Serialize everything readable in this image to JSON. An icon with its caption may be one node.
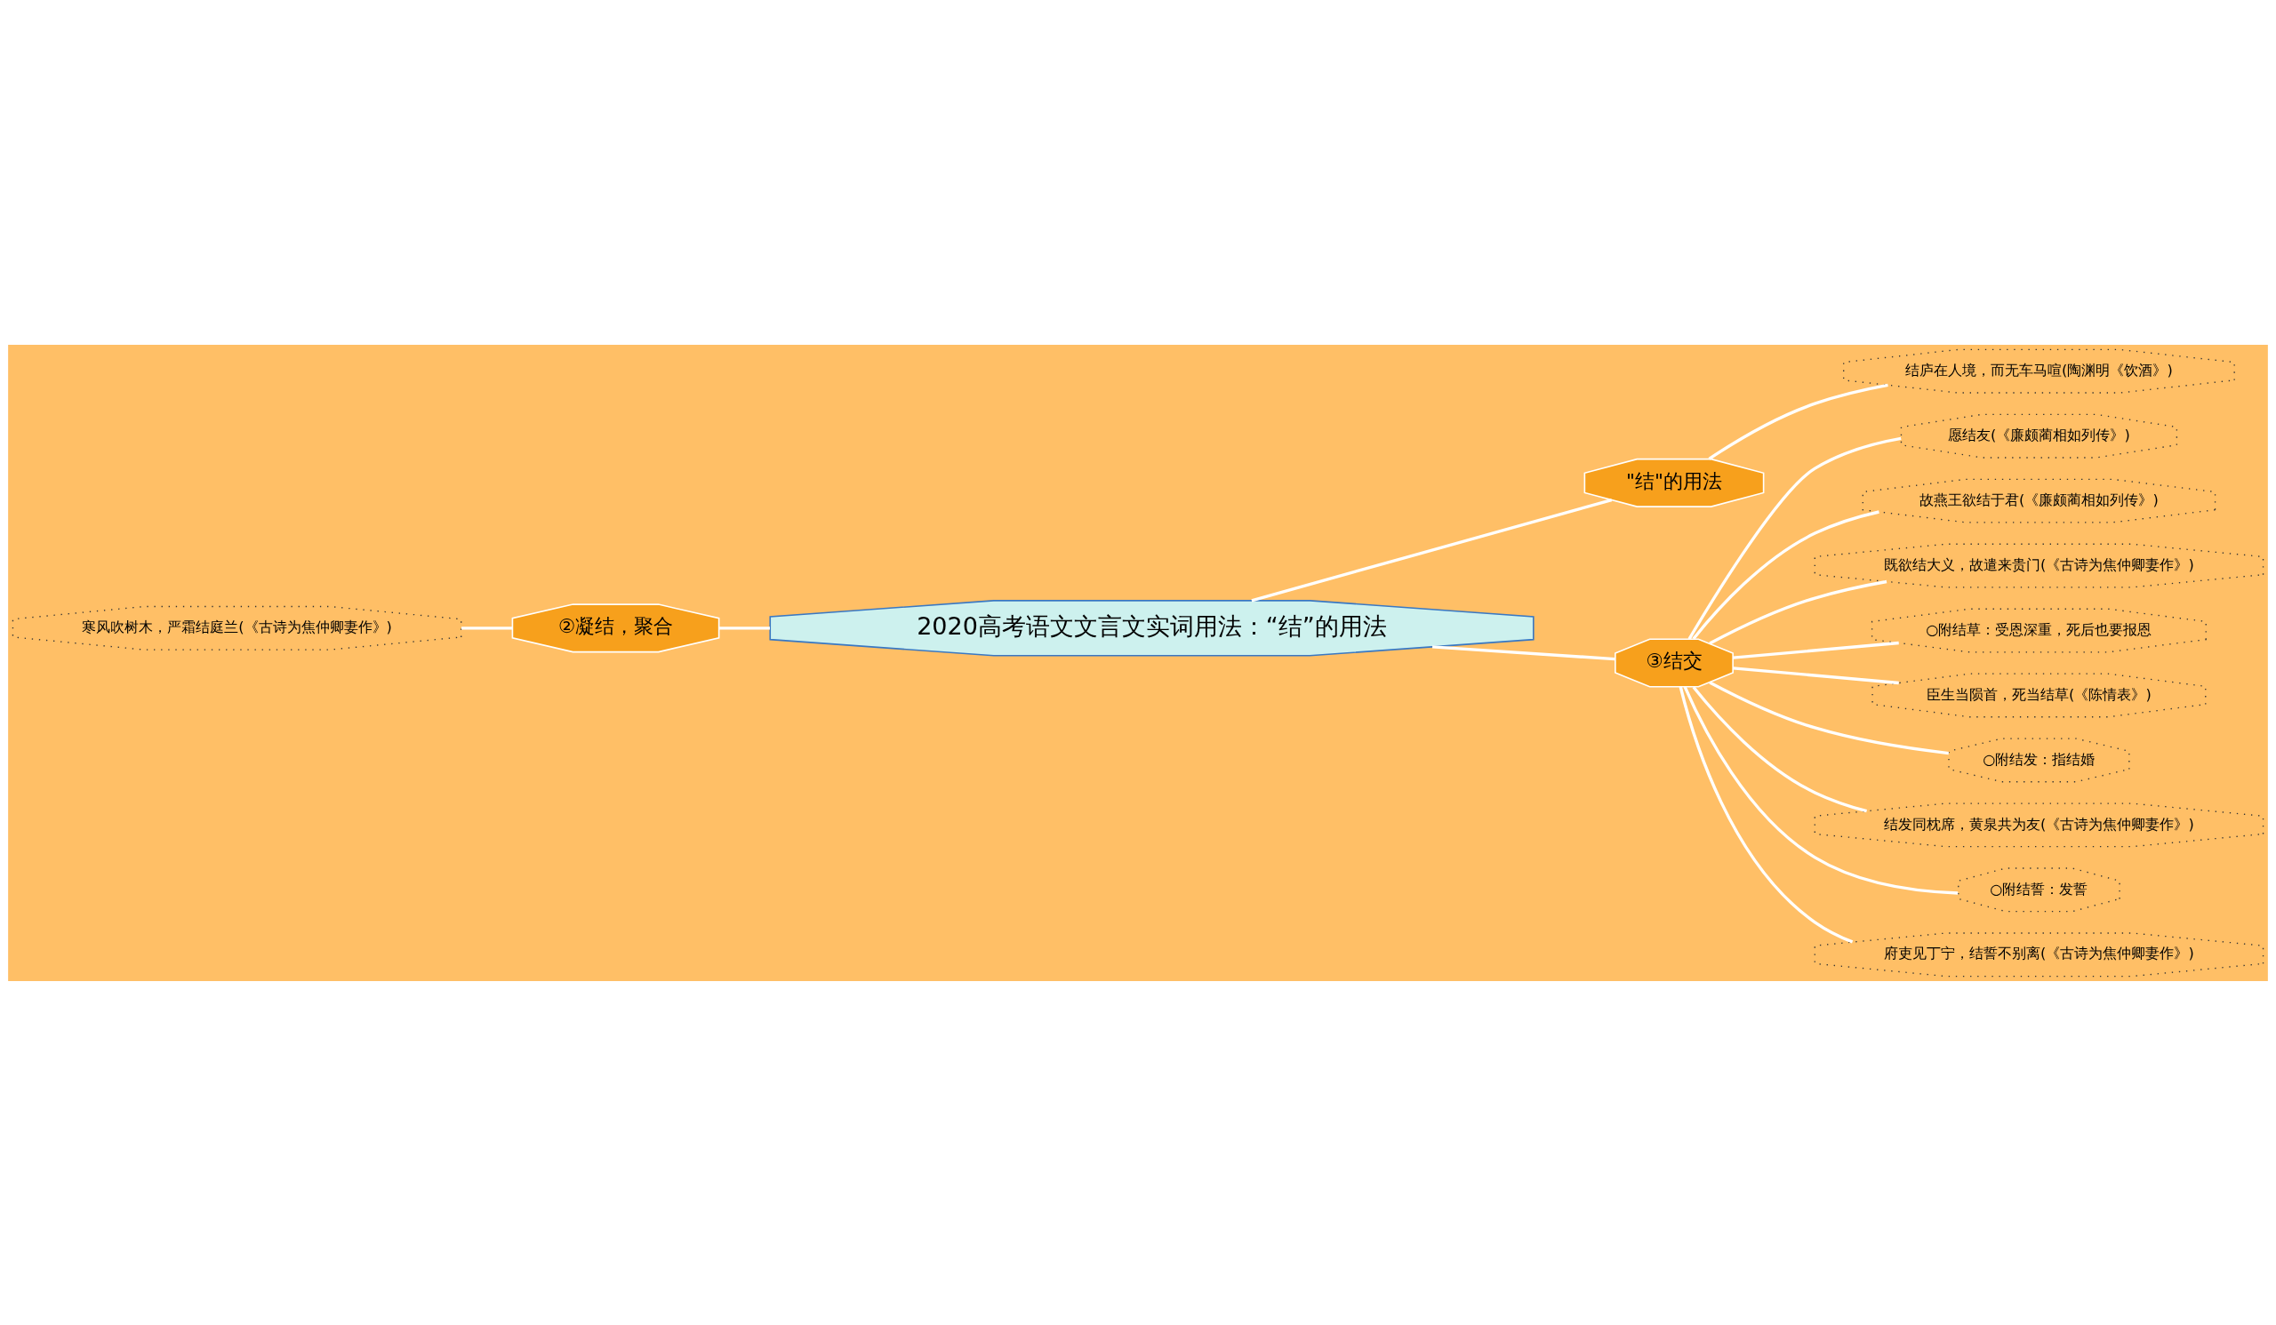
{
  "diagram": {
    "nodes": [
      {
        "text": [
          "2020高考语文文言文实词用法：“结”的用法"
        ]
      },
      {
        "text": [
          "②凝结，聚合"
        ]
      },
      {
        "text": [
          "寒风吹树木，严霜结庭兰(《古诗为焦仲卿妻作》)"
        ]
      },
      {
        "text": [
          "\"结\"的用法"
        ]
      },
      {
        "text": [
          "结庐在人境，而无车马喧(陶渊明《饮酒》)"
        ]
      },
      {
        "text": [
          "③结交"
        ]
      },
      {
        "text": [
          "愿结友(《廉颇蔺相如列传》)"
        ]
      },
      {
        "text": [
          "故燕王欲结于君(《廉颇蔺相如列传》)"
        ]
      },
      {
        "text": [
          "既欲结大义，故遣来贵门(《古诗为焦仲卿妻作》)"
        ]
      },
      {
        "text": [
          "○附结草：受恩深重，死后也要报恩"
        ]
      },
      {
        "text": [
          "臣生当陨首，死当结草(《陈情表》)"
        ]
      },
      {
        "text": [
          "○附结发：指结婚"
        ]
      },
      {
        "text": [
          "结发同枕席，黄泉共为友(《古诗为焦仲卿妻作》)"
        ]
      },
      {
        "text": [
          "○附结誓：发誓"
        ]
      },
      {
        "text": [
          "府吏见丁宁，结誓不别离(《古诗为焦仲卿妻作》)"
        ]
      }
    ],
    "edges": [
      {
        "from": 0,
        "to": 1,
        "arrow": "none"
      },
      {
        "from": 1,
        "to": 2,
        "arrow": "none"
      },
      {
        "from": 0,
        "to": 3,
        "arrow": "none"
      },
      {
        "from": 3,
        "to": 4,
        "arrow": "none"
      },
      {
        "from": 0,
        "to": 5,
        "arrow": "none"
      },
      {
        "from": 5,
        "to": 6,
        "arrow": "none"
      },
      {
        "from": 5,
        "to": 7,
        "arrow": "none"
      },
      {
        "from": 5,
        "to": 8,
        "arrow": "none"
      },
      {
        "from": 5,
        "to": 9,
        "arrow": "none"
      },
      {
        "from": 5,
        "to": 10,
        "arrow": "none"
      },
      {
        "from": 5,
        "to": 11,
        "arrow": "none"
      },
      {
        "from": 5,
        "to": 12,
        "arrow": "none"
      },
      {
        "from": 5,
        "to": 13,
        "arrow": "none"
      },
      {
        "from": 5,
        "to": 14,
        "arrow": "none"
      }
    ]
  }
}
